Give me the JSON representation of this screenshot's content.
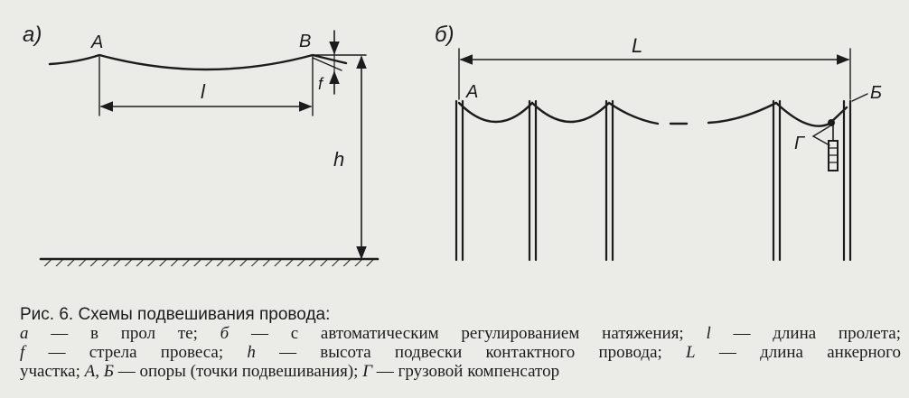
{
  "panel_a": {
    "label": "а)",
    "support_a": "А",
    "support_b": "В",
    "span": "l",
    "sag": "f",
    "height": "h"
  },
  "panel_b": {
    "label": "б)",
    "anchor_length": "L",
    "support_a": "А",
    "support_b": "Б",
    "compensator": "Г"
  },
  "caption": {
    "title": "Рис. 6. Схемы подвешивания провода:",
    "line1": {
      "k1": "а",
      "t1": " — в  прол  те;  ",
      "k2": "б",
      "t2": " — с  автоматическим  регулированием  натяжения;  ",
      "k3": "l",
      "t3": " — длина  пролета;"
    },
    "line2": {
      "k1": "f",
      "t1": " — стрела  провеса;  ",
      "k2": "h",
      "t2": " — высота  подвески  контактного  провода;  ",
      "k3": "L",
      "t3": " — длина  анкерного"
    },
    "line3": {
      "t1": "участка;  ",
      "k1": "А, Б",
      "t2": " — опоры  (точки подвешивания);  ",
      "k2": "Г",
      "t3": " — грузовой  компенсатор"
    }
  }
}
